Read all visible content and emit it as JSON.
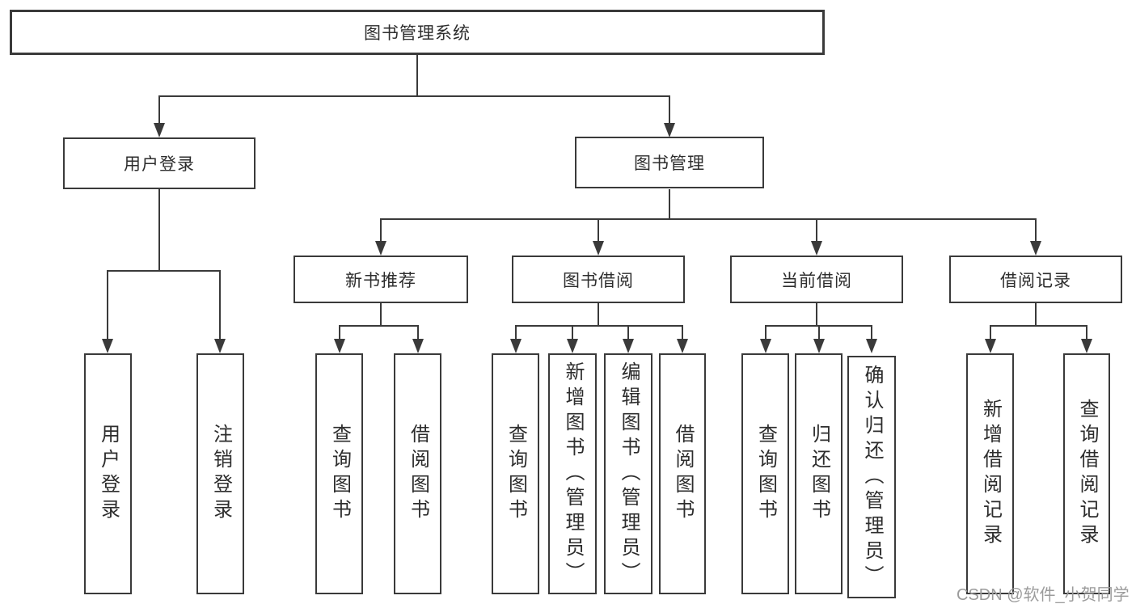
{
  "tree": {
    "root": "图书管理系统",
    "children": [
      {
        "label": "用户登录",
        "children": [
          {
            "label": "用户登录"
          },
          {
            "label": "注销登录"
          }
        ]
      },
      {
        "label": "图书管理",
        "children": [
          {
            "label": "新书推荐",
            "children": [
              {
                "label": "查询图书"
              },
              {
                "label": "借阅图书"
              }
            ]
          },
          {
            "label": "图书借阅",
            "children": [
              {
                "label": "查询图书"
              },
              {
                "label": "新增图书（管理员）"
              },
              {
                "label": "编辑图书（管理员）"
              },
              {
                "label": "借阅图书"
              }
            ]
          },
          {
            "label": "当前借阅",
            "children": [
              {
                "label": "查询图书"
              },
              {
                "label": "归还图书"
              },
              {
                "label": "确认归还（管理员）"
              }
            ]
          },
          {
            "label": "借阅记录",
            "children": [
              {
                "label": "新增借阅记录"
              },
              {
                "label": "查询借阅记录"
              }
            ]
          }
        ]
      }
    ]
  },
  "watermark": {
    "text": "CSDN @软件_小贺同学",
    "color": "#9b9b9b"
  },
  "colors": {
    "line": "#3a3a3a",
    "box_border": "#3a3a3a",
    "text": "#2d2d2d",
    "background": "#ffffff",
    "watermark": "#9b9b9b"
  }
}
